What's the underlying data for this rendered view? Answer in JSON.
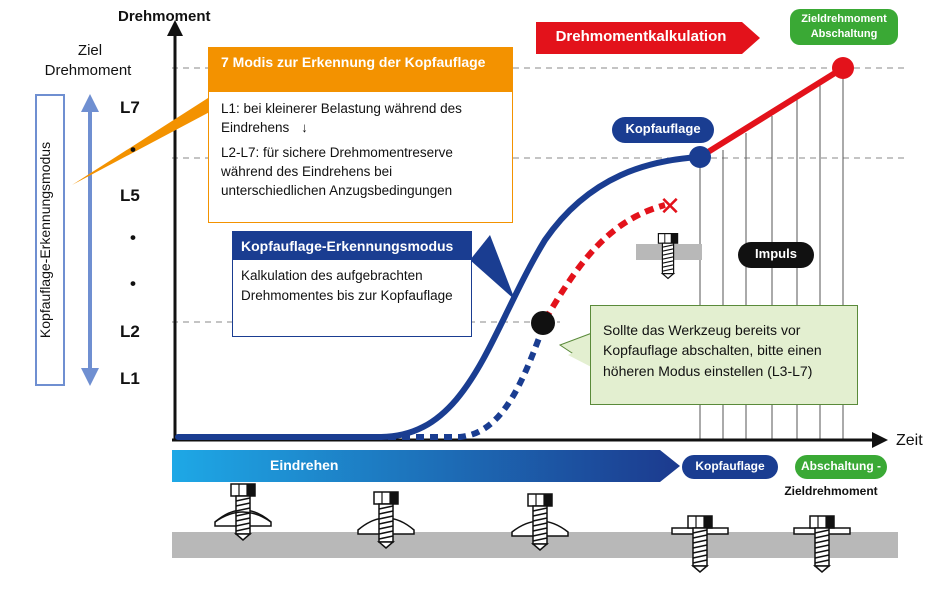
{
  "axes": {
    "y_label": "Drehmoment",
    "x_label": "Zeit",
    "target_label_line1": "Ziel",
    "target_label_line2": "Drehmoment"
  },
  "mode_axis": {
    "vertical_label": "Kopfauflage-Erkennungsmodus",
    "levels": [
      "L7",
      "•",
      "L5",
      "•",
      "•",
      "L2",
      "L1"
    ]
  },
  "callout_modes": {
    "title": "7 Modis zur Erkennung der Kopfauflage",
    "line1": "L1: bei kleinerer Belastung während des Eindrehens",
    "arrow": "↓",
    "line2": "L2-L7: für sichere Drehmomentreserve während des Eindrehens bei unterschiedlichen Anzugsbedingungen"
  },
  "callout_detection": {
    "title": "Kopfauflage-Erkennungsmodus",
    "text": "Kalkulation des aufgebrachten Drehmomentes bis zur Kopfauflage"
  },
  "callout_warning": {
    "text": "Sollte das Werkzeug bereits vor Kopfauflage abschalten, bitte einen höheren Modus einstellen (L3-L7)"
  },
  "labels": {
    "torque_calc": "Drehmomentkalkulation",
    "target_cutoff_line1": "Zieldrehmoment",
    "target_cutoff_line2": "Abschaltung",
    "head_contact": "Kopfauflage",
    "impulse": "Impuls",
    "error_mark": "✕"
  },
  "phase_bar": {
    "screwing_in": "Eindrehen",
    "head_contact": "Kopfauflage",
    "cutoff": "Abschaltung -",
    "cutoff_sub": "Zieldrehmoment"
  },
  "colors": {
    "blue_curve": "#1a3d91",
    "red_curve": "#e3121b",
    "orange": "#f39200",
    "light_blue": "#1e9fe0",
    "green": "#3aa935",
    "warning_bg": "#e3efd0",
    "mode_axis_blue": "#6f8fd1"
  },
  "icons": {
    "arrow_up": "arrow-up-icon",
    "arrow_right": "arrow-right-icon",
    "bolt": "bolt-icon"
  }
}
